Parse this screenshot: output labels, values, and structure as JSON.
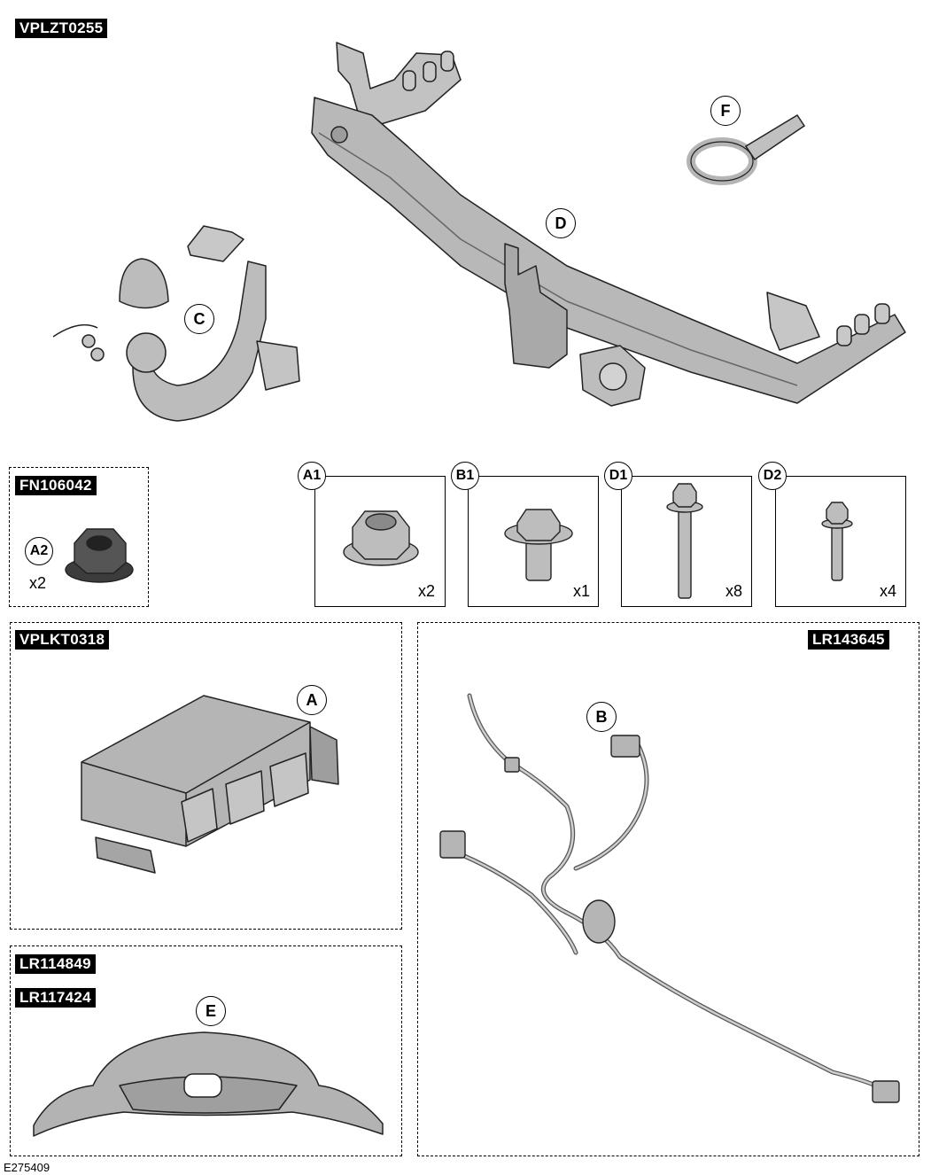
{
  "header_partno": "VPLZT0255",
  "kit_boxes": {
    "fn": {
      "partno": "FN106042",
      "callout": "A2",
      "qty": "x2"
    },
    "vplkt": {
      "partno": "VPLKT0318",
      "callout": "A"
    },
    "lr143645": {
      "partno": "LR143645",
      "callout": "B"
    },
    "lr114849": {
      "partno": "LR114849"
    },
    "lr117424": {
      "partno": "LR117424",
      "callout": "E"
    }
  },
  "top_callouts": {
    "c": "C",
    "d": "D",
    "f": "F"
  },
  "fastener_boxes": [
    {
      "callout": "A1",
      "qty": "x2"
    },
    {
      "callout": "B1",
      "qty": "x1"
    },
    {
      "callout": "D1",
      "qty": "x8"
    },
    {
      "callout": "D2",
      "qty": "x4"
    }
  ],
  "footer_code": "E275409",
  "colors": {
    "part_fill": "#b9b9b9",
    "part_dark": "#8a8a8a",
    "line": "#000000"
  }
}
